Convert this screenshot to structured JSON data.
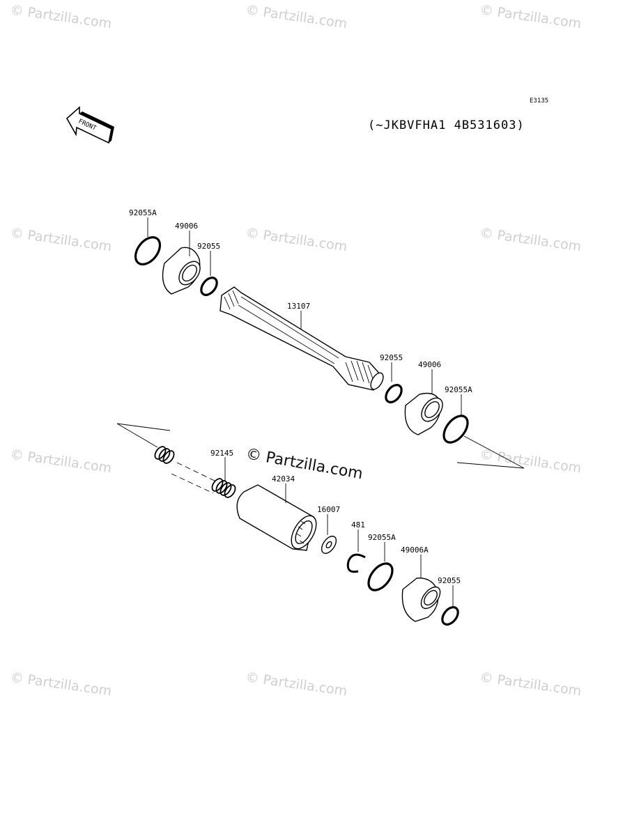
{
  "diagram_code": "E3135",
  "serial_range": "(~JKBVFHA1 4B531603)",
  "front_arrow_label": "FRONT",
  "watermark": {
    "repeat_text": "© Partzilla.com",
    "main_text": "© Partzilla.com"
  },
  "parts": [
    {
      "number": "92055A"
    },
    {
      "number": "49006"
    },
    {
      "number": "92055"
    },
    {
      "number": "13107"
    },
    {
      "number": "92055"
    },
    {
      "number": "49006"
    },
    {
      "number": "92055A"
    },
    {
      "number": "92145"
    },
    {
      "number": "42034"
    },
    {
      "number": "16007"
    },
    {
      "number": "481"
    },
    {
      "number": "92055A"
    },
    {
      "number": "49006A"
    },
    {
      "number": "92055"
    }
  ]
}
